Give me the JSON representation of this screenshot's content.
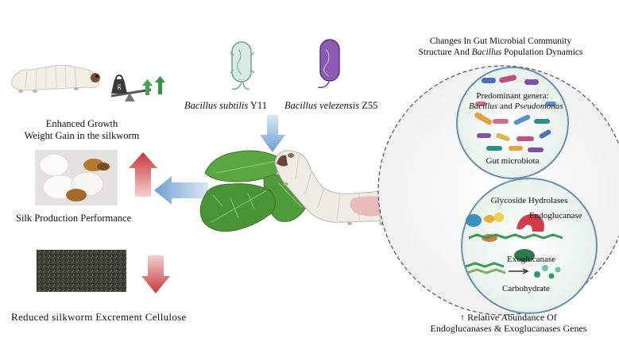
{
  "left": {
    "growth_line1": "Enhanced Growth",
    "growth_line2": "Weight Gain in the silkworm",
    "weight_label": "g",
    "silk_label": "Silk Production Performance",
    "excrement_label": "Reduced silkworm Excrement Cellulose"
  },
  "bacteria": {
    "subtilis_species": "Bacillus subtilis",
    "subtilis_strain": "Y11",
    "velezensis_species": "Bacillus velezensis",
    "velezensis_strain": "Z55"
  },
  "right": {
    "title_line1": "Changes In Gut Microbial Community",
    "title_line2_a": "Structure And",
    "title_line2_b": "Bacillus",
    "title_line2_c": "Population Dynamics",
    "genera_line1": "Predominant genera:",
    "genera_b1": "Bacillus",
    "genera_and": "and",
    "genera_b2": "Pseudomonas",
    "microbiota": "Gut microbiota",
    "hydrolases": "Glycoside Hydrolases",
    "endo": "Endoglucanase",
    "exo": "Exoglucanase",
    "carb": "Carbohydrate",
    "abundance_line1": "↑ Relative Abundance Of",
    "abundance_line2": "Endoglucanases & Exoglucanases Genes"
  },
  "colors": {
    "arrow_blue": "#7aa9d9",
    "arrow_red": "#c8383a",
    "arrow_green": "#3ea84a",
    "leaf_green": "#4f9a3a",
    "subtilis_cell": "#cfe7dd",
    "velezensis_cell": "#8a5bb0"
  }
}
